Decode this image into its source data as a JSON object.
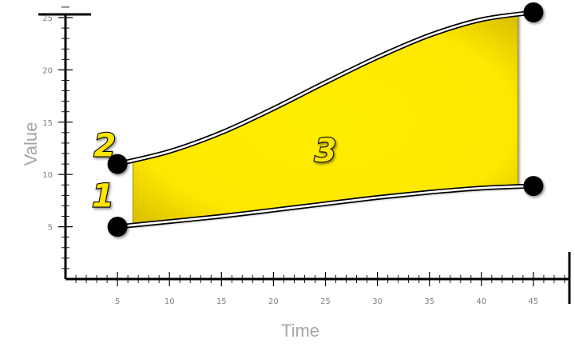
{
  "chart_data": {
    "type": "area",
    "xlabel": "Time",
    "ylabel": "Value",
    "xlim": [
      0,
      50
    ],
    "ylim": [
      0,
      27
    ],
    "x_ticks": [
      5,
      10,
      15,
      20,
      25,
      30,
      35,
      40,
      45
    ],
    "y_ticks": [
      5,
      10,
      15,
      20,
      25
    ],
    "grid": false,
    "legend": "none",
    "series": [
      {
        "x": [
          5,
          10,
          15,
          20,
          25,
          30,
          35,
          40,
          45
        ],
        "y": [
          5,
          5.5,
          6,
          6.6,
          7.2,
          7.8,
          8.3,
          8.7,
          8.9
        ]
      },
      {
        "x": [
          5,
          10,
          15,
          20,
          25,
          30,
          35,
          40,
          45
        ],
        "y": [
          11,
          12.2,
          14,
          16.3,
          18.8,
          21.2,
          23.3,
          24.8,
          25.5
        ]
      }
    ],
    "shaded_range": {
      "x_from": 6.5,
      "x_to": 43.5
    },
    "endpoints": [
      {
        "x": 5,
        "y": 5
      },
      {
        "x": 5,
        "y": 11
      },
      {
        "x": 45,
        "y": 8.9
      },
      {
        "x": 45,
        "y": 25.5
      }
    ],
    "annotations": [
      {
        "text": "1",
        "x": 3.6,
        "y": 8
      },
      {
        "text": "2",
        "x": 3.8,
        "y": 12.8
      },
      {
        "text": "3",
        "x": 25,
        "y": 12.3
      }
    ],
    "colors": {
      "fill": "#ffe800",
      "fill_edge": "#c9b100",
      "axis": "#000000",
      "marker": "#000000",
      "text": "#808080"
    }
  }
}
